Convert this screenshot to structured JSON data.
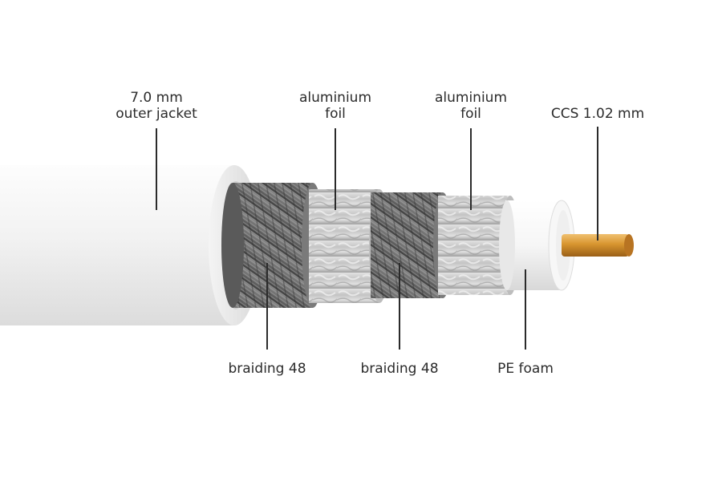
{
  "labels": {
    "outer_jacket": {
      "line1": "7.0 mm",
      "line2": "outer jacket"
    },
    "foil_1": {
      "line1": "aluminium",
      "line2": "foil"
    },
    "foil_2": {
      "line1": "aluminium",
      "line2": "foil"
    },
    "conductor": {
      "line1": "CCS 1.02 mm"
    },
    "braiding_1": {
      "line1": "braiding 48"
    },
    "braiding_2": {
      "line1": "braiding 48"
    },
    "dielectric": {
      "line1": "PE foam"
    }
  },
  "colors": {
    "jacket": "#f1f1f1",
    "braid": "#6e6e6e",
    "foil": "#c9c9c9",
    "dielectric": "#fafafa",
    "conductor": "#c98a2e",
    "leader_line": "#2b2b2b",
    "text": "#2b2b2b"
  }
}
